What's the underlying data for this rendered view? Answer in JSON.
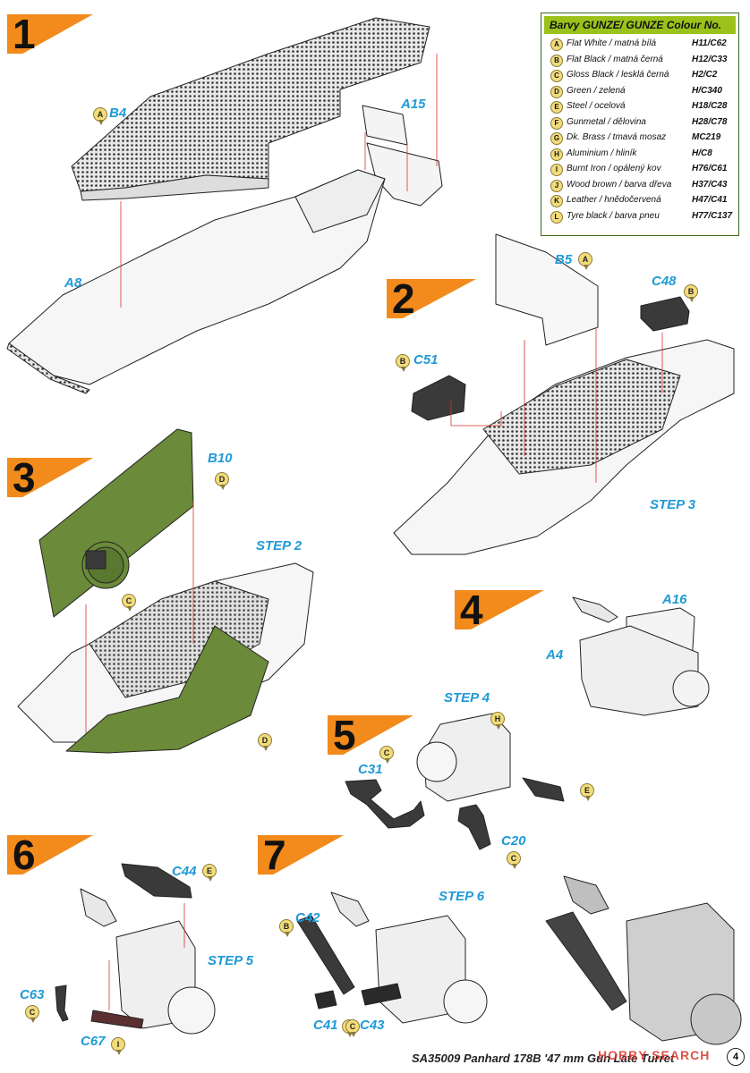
{
  "colour_table": {
    "title": "Barvy GUNZE/ GUNZE Colour No.",
    "rows": [
      {
        "letter": "A",
        "name": "Flat White / matná bílá",
        "code": "H11/C62"
      },
      {
        "letter": "B",
        "name": "Flat Black / matná černá",
        "code": "H12/C33"
      },
      {
        "letter": "C",
        "name": "Gloss Black / lesklá černá",
        "code": "H2/C2"
      },
      {
        "letter": "D",
        "name": "Green / zelená",
        "code": "H/C340"
      },
      {
        "letter": "E",
        "name": "Steel / ocelová",
        "code": "H18/C28"
      },
      {
        "letter": "F",
        "name": "Gunmetal / dělovina",
        "code": "H28/C78"
      },
      {
        "letter": "G",
        "name": "Dk. Brass / tmavá mosaz",
        "code": "MC219"
      },
      {
        "letter": "H",
        "name": "Aluminium / hliník",
        "code": "H/C8"
      },
      {
        "letter": "I",
        "name": "Burnt Iron / opálený kov",
        "code": "H76/C61"
      },
      {
        "letter": "J",
        "name": "Wood brown / barva dřeva",
        "code": "H37/C43"
      },
      {
        "letter": "K",
        "name": "Leather / hnědočervená",
        "code": "H47/C41"
      },
      {
        "letter": "L",
        "name": "Tyre black / barva pneu",
        "code": "H77/C137"
      }
    ]
  },
  "steps": [
    {
      "num": "1"
    },
    {
      "num": "2"
    },
    {
      "num": "3"
    },
    {
      "num": "4"
    },
    {
      "num": "5"
    },
    {
      "num": "6"
    },
    {
      "num": "7"
    }
  ],
  "labels": {
    "b4": "B4",
    "a15": "A15",
    "a8": "A8",
    "b5": "B5",
    "c48": "C48",
    "c51": "C51",
    "step3": "STEP 3",
    "b10": "B10",
    "step2": "STEP 2",
    "a16": "A16",
    "a4": "A4",
    "step4": "STEP 4",
    "c31": "C31",
    "c20": "C20",
    "c44": "C44",
    "step5": "STEP 5",
    "c63": "C63",
    "c67": "C67",
    "c42": "C42",
    "step6": "STEP 6",
    "c41": "C41",
    "c43": "C43"
  },
  "badges": {
    "b4": "A",
    "b5": "A",
    "c48": "B",
    "c51": "B",
    "b10": "D",
    "c3": "C",
    "d3": "D",
    "step4": "H",
    "c31": "C",
    "e5": "E",
    "c20": "C",
    "c44": "E",
    "c63": "C",
    "c67": "I",
    "c42": "B",
    "c41": "C",
    "c43": "C"
  },
  "footer": {
    "title": "SA35009 Panhard 178B '47 mm Gun Late Turret",
    "watermark": "HOBBY SEARCH",
    "page": "4"
  },
  "colors": {
    "accent_orange": "#f28a1c",
    "label_blue": "#1f9ad6",
    "green_part": "#6b8a3a",
    "table_green": "#9ac21a"
  }
}
